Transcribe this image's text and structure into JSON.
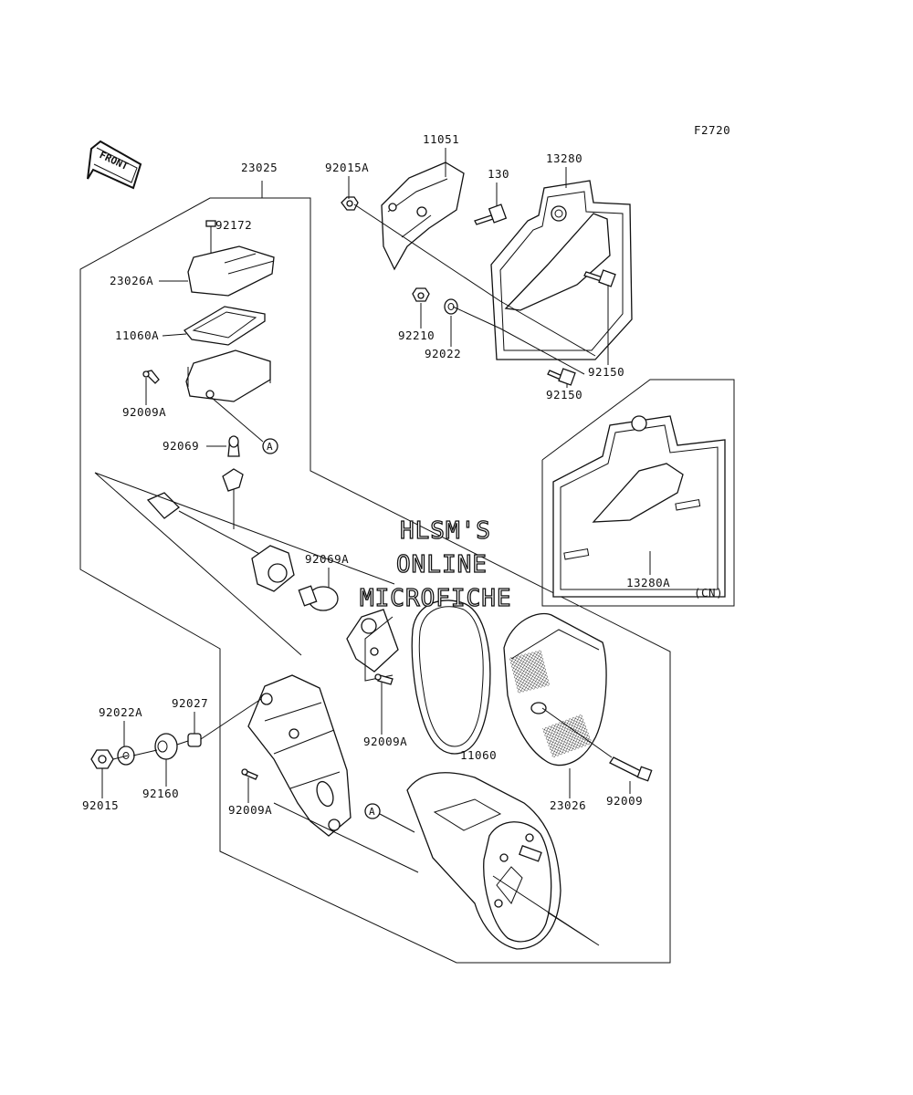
{
  "figure_code": "F2720",
  "front_arrow_label": "FRONT",
  "callout_letter": "A",
  "variant_note": "(CN)",
  "watermark": [
    "HLSM'S",
    "ONLINE",
    "MICROFICHE"
  ],
  "labels": {
    "p11051": "11051",
    "p23025": "23025",
    "p92015A": "92015A",
    "p130": "130",
    "p13280": "13280",
    "p92172": "92172",
    "p23026A": "23026A",
    "p11060A": "11060A",
    "p92210": "92210",
    "p92022": "92022",
    "p92009A_top": "92009A",
    "p92150_a": "92150",
    "p92150_b": "92150",
    "p92069": "92069",
    "p92069A": "92069A",
    "p13280A": "13280A",
    "p92022A": "92022A",
    "p92027": "92027",
    "p92009A_mid": "92009A",
    "p11060": "11060",
    "p92015": "92015",
    "p92160": "92160",
    "p92009A_low": "92009A",
    "p23026": "23026",
    "p92009": "92009"
  }
}
